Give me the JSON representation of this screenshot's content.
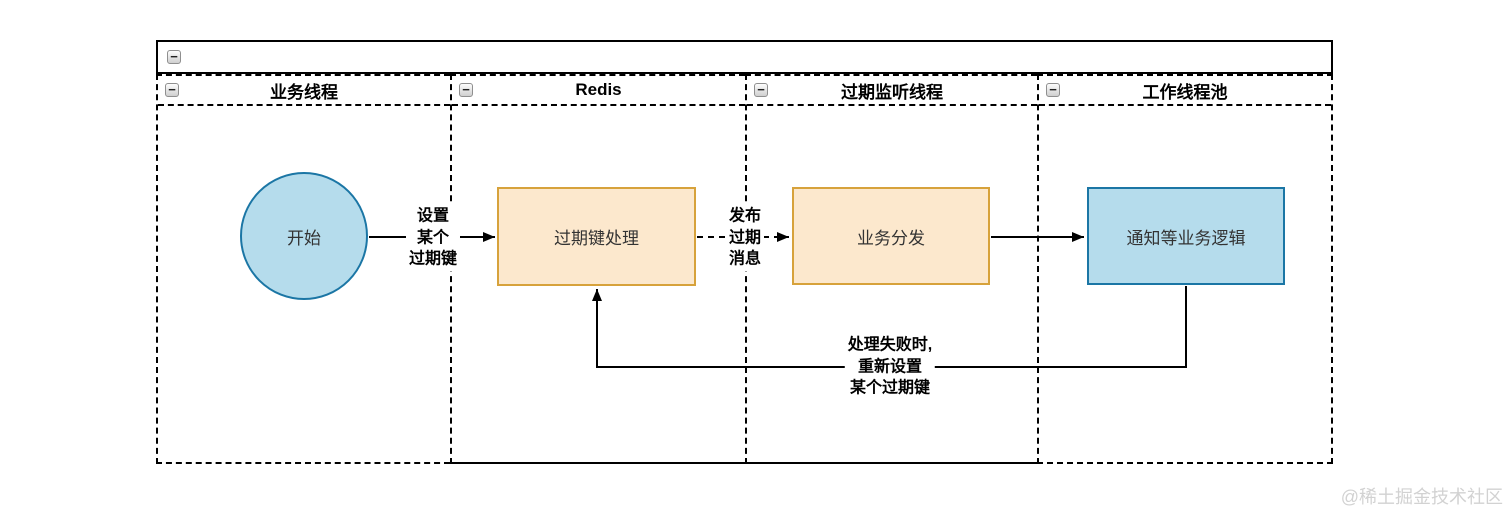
{
  "colors": {
    "line": "#000000",
    "orange-fill": "#fce8cd",
    "orange-stroke": "#d7a23b",
    "blue-fill": "#b5dcec",
    "blue-stroke": "#1b76a5",
    "watermark": "#d2d2d2"
  },
  "icons": {
    "collapse": "−"
  },
  "pool": {
    "lanes": [
      {
        "title": "业务线程"
      },
      {
        "title": "Redis"
      },
      {
        "title": "过期监听线程"
      },
      {
        "title": "工作线程池"
      }
    ]
  },
  "nodes": {
    "start": {
      "label": "开始"
    },
    "expire": {
      "label": "过期键处理"
    },
    "dispatch": {
      "label": "业务分发"
    },
    "notify": {
      "label": "通知等业务逻辑"
    }
  },
  "edges": {
    "set_key": {
      "style": "solid",
      "lines": [
        "设置",
        "某个",
        "过期键"
      ]
    },
    "publish": {
      "style": "dashed",
      "lines": [
        "发布",
        "过期",
        "消息"
      ]
    },
    "to_worker": {
      "style": "solid",
      "lines": []
    },
    "retry": {
      "style": "solid",
      "lines": [
        "处理失败时,",
        "重新设置",
        "某个过期键"
      ]
    }
  },
  "watermark": "@稀土掘金技术社区"
}
